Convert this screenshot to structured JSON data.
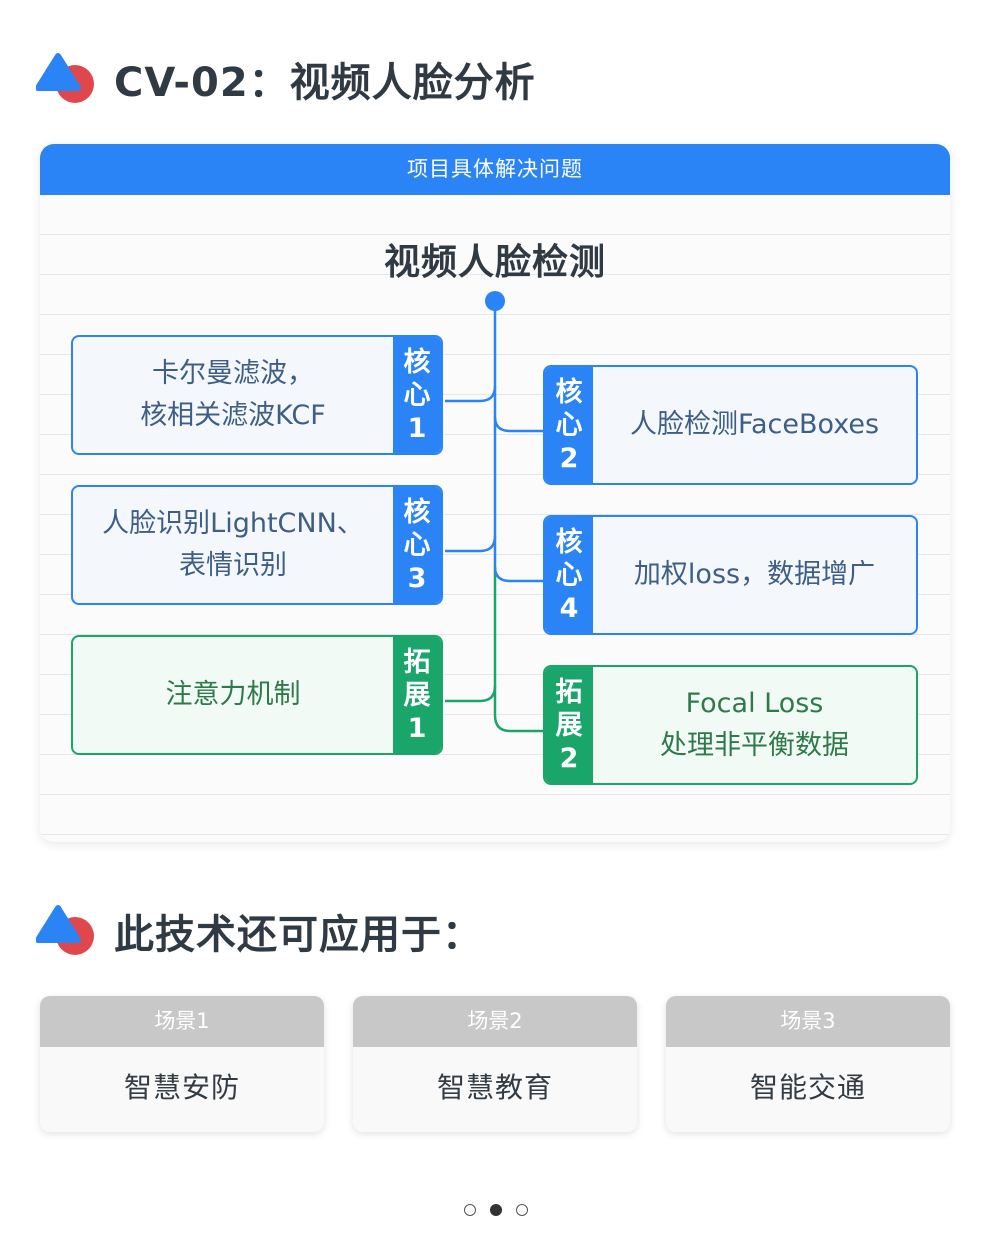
{
  "page_title": "CV-02：视频人脸分析",
  "card": {
    "header": "项目具体解决问题",
    "main_title": "视频人脸检测",
    "nodes": [
      {
        "tag": [
          "核",
          "心",
          "1"
        ],
        "lines": [
          "卡尔曼滤波，",
          "核相关滤波KCF"
        ],
        "kind": "core"
      },
      {
        "tag": [
          "核",
          "心",
          "2"
        ],
        "lines": [
          "人脸检测FaceBoxes"
        ],
        "kind": "core"
      },
      {
        "tag": [
          "核",
          "心",
          "3"
        ],
        "lines": [
          "人脸识别LightCNN、",
          "表情识别"
        ],
        "kind": "core"
      },
      {
        "tag": [
          "核",
          "心",
          "4"
        ],
        "lines": [
          "加权loss，数据增广"
        ],
        "kind": "core"
      },
      {
        "tag": [
          "拓",
          "展",
          "1"
        ],
        "lines": [
          "注意力机制"
        ],
        "kind": "extension"
      },
      {
        "tag": [
          "拓",
          "展",
          "2"
        ],
        "lines": [
          "Focal Loss",
          "处理非平衡数据"
        ],
        "kind": "extension"
      }
    ]
  },
  "applications": {
    "title": "此技术还可应用于：",
    "scenes": [
      {
        "label": "场景1",
        "value": "智慧安防"
      },
      {
        "label": "场景2",
        "value": "智慧教育"
      },
      {
        "label": "场景3",
        "value": "智能交通"
      }
    ]
  },
  "pagination": {
    "total": 3,
    "current": 2
  },
  "colors": {
    "core": "#2b84f6",
    "extension": "#1aa56b",
    "title_text": "#2f3a44",
    "scene_header": "#c8c8c8"
  },
  "icons": {
    "section_logo": "triangle-circle-logo-icon"
  }
}
